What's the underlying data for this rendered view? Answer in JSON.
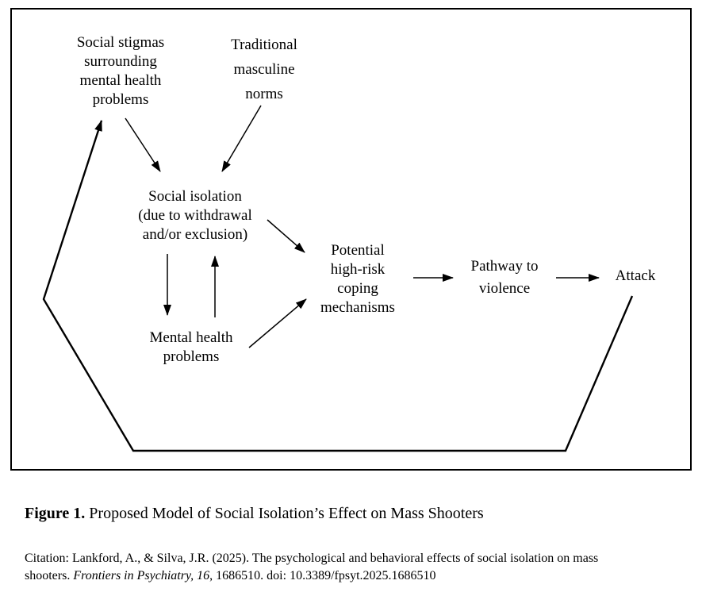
{
  "figure": {
    "nodes": {
      "social_stigmas": "Social stigmas\nsurrounding\nmental health\nproblems",
      "traditional_norms": "Traditional\nmasculine\nnorms",
      "social_isolation": "Social isolation\n(due to withdrawal\nand/or exclusion)",
      "mental_health": "Mental health\nproblems",
      "coping": "Potential\nhigh-risk\ncoping\nmechanisms",
      "pathway": "Pathway to\nviolence",
      "attack": "Attack"
    },
    "edges": [
      {
        "from": "social_stigmas",
        "to": "social_isolation"
      },
      {
        "from": "traditional_norms",
        "to": "social_isolation"
      },
      {
        "from": "social_isolation",
        "to": "mental_health"
      },
      {
        "from": "mental_health",
        "to": "social_isolation"
      },
      {
        "from": "social_isolation",
        "to": "coping"
      },
      {
        "from": "mental_health",
        "to": "coping"
      },
      {
        "from": "coping",
        "to": "pathway"
      },
      {
        "from": "pathway",
        "to": "attack"
      },
      {
        "from": "attack",
        "to": "social_stigmas",
        "note": "feedback loop around bottom of figure"
      }
    ],
    "ink_color": "#000000",
    "background_color": "#ffffff"
  },
  "caption": {
    "label": "Figure 1.",
    "text": " Proposed Model of Social Isolation’s Effect on Mass Shooters"
  },
  "citation": {
    "line1": "Citation: Lankford, A., & Silva, J.R. (2025). The psychological and behavioral effects of social isolation on mass",
    "line2_pre": "shooters. ",
    "line2_italic": "Frontiers in Psychiatry, 16",
    "line2_post": ", 1686510. doi: 10.3389/fpsyt.2025.1686510"
  }
}
